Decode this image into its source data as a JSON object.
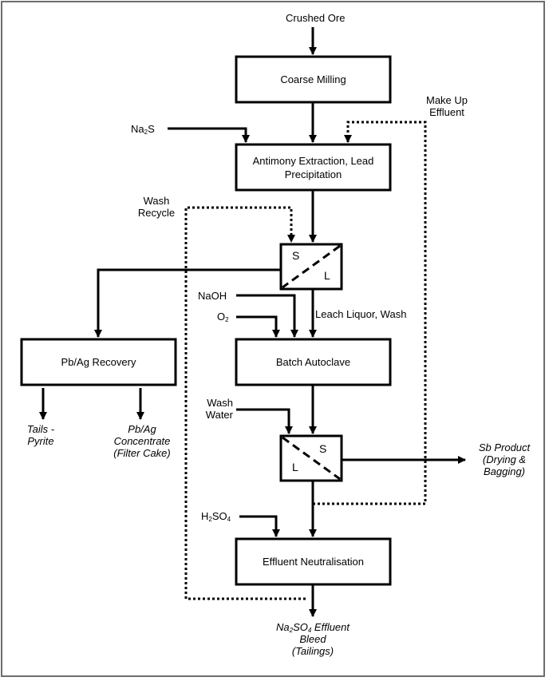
{
  "feed": {
    "crushed_ore": "Crushed Ore"
  },
  "boxes": {
    "coarse_milling": "Coarse Milling",
    "antimony_extraction": "Antimony Extraction, Lead Precipitation",
    "pbag_recovery": "Pb/Ag Recovery",
    "batch_autoclave": "Batch Autoclave",
    "effluent_neutralisation": "Effluent Neutralisation"
  },
  "separators": {
    "sep1": {
      "solid": "S",
      "liquid": "L"
    },
    "sep2": {
      "solid": "S",
      "liquid": "L"
    }
  },
  "inputs": {
    "na2s": {
      "main": "Na",
      "sub": "2",
      "tail": "S"
    },
    "naoh": "NaOH",
    "o2": {
      "main": "O",
      "sub": "2"
    },
    "wash_water_line1": "Wash",
    "wash_water_line2": "Water",
    "h2so4": {
      "a": "H",
      "sub1": "2",
      "b": "SO",
      "sub2": "4"
    }
  },
  "streams": {
    "make_up_line1": "Make Up",
    "make_up_line2": "Effluent",
    "wash_recycle_line1": "Wash",
    "wash_recycle_line2": "Recycle",
    "leach_liquor": "Leach Liquor, Wash"
  },
  "outputs": {
    "tails_line1": "Tails -",
    "tails_line2": "Pyrite",
    "conc_line1": "Pb/Ag",
    "conc_line2": "Concentrate",
    "conc_line3": "(Filter Cake)",
    "sb_line1": "Sb Product",
    "sb_line2": "(Drying &",
    "sb_line3": "Bagging)",
    "effluent_a": "Na",
    "effluent_sub1": "2",
    "effluent_b": "SO",
    "effluent_sub2": "4",
    "effluent_c": " Effluent",
    "effluent_line2": "Bleed",
    "effluent_line3": "(Tailings)"
  }
}
